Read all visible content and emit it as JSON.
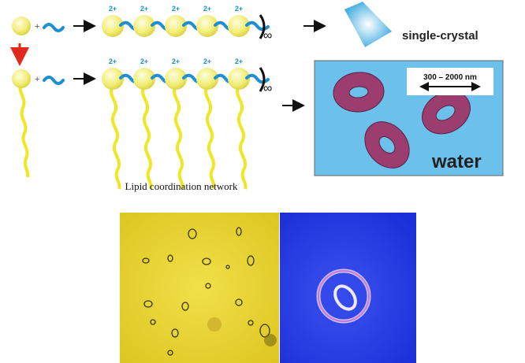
{
  "scheme": {
    "plus": "+",
    "charge": "2+",
    "infinity": "∞",
    "crystal_label": "single-crystal",
    "caption": "Lipid coordination network",
    "size_label": "300 – 2000 nm",
    "water_label": "water"
  },
  "colors": {
    "ball": "#f3ee7a",
    "linker": "#1e8fd0",
    "tail": "#f1e626",
    "red_arrow": "#e02a1e",
    "water": "#6cc0ec",
    "donut": "#9b3e6f",
    "micrograph_yellow": "#e8d22a",
    "micrograph_blue": "#2438e0"
  }
}
